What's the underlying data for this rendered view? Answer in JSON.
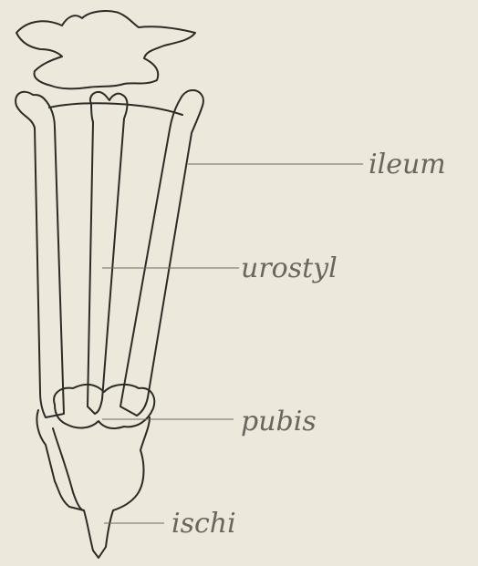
{
  "labels": {
    "ileum": "ileum",
    "urostyle": "urostyl",
    "pubis": "pubis",
    "ischi": "ischi"
  },
  "colors": {
    "paper": "#ece8dc",
    "ink": "#2e2a26",
    "pencil": "#6a665f"
  }
}
